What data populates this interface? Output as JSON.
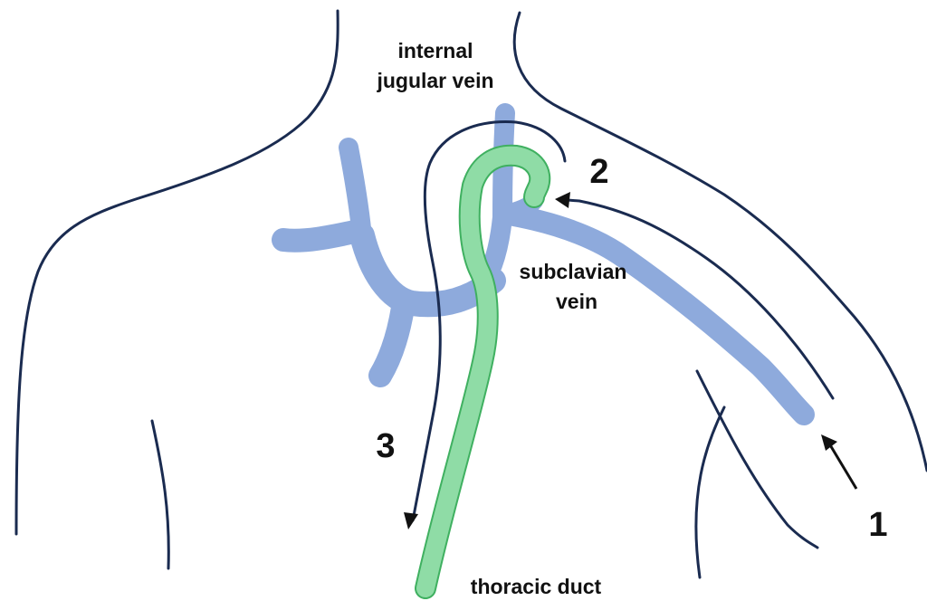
{
  "colors": {
    "outline": "#1a2b50",
    "vein": "#8eaadc",
    "duct_fill": "#8fdca6",
    "duct_stroke": "#3fb060",
    "arrow": "#111111",
    "background": "#ffffff"
  },
  "labels": {
    "internal_jugular_line1": "internal",
    "internal_jugular_line2": "jugular vein",
    "subclavian_line1": "subclavian",
    "subclavian_line2": "vein",
    "thoracic_duct": "thoracic duct",
    "step1": "1",
    "step2": "2",
    "step3": "3"
  }
}
